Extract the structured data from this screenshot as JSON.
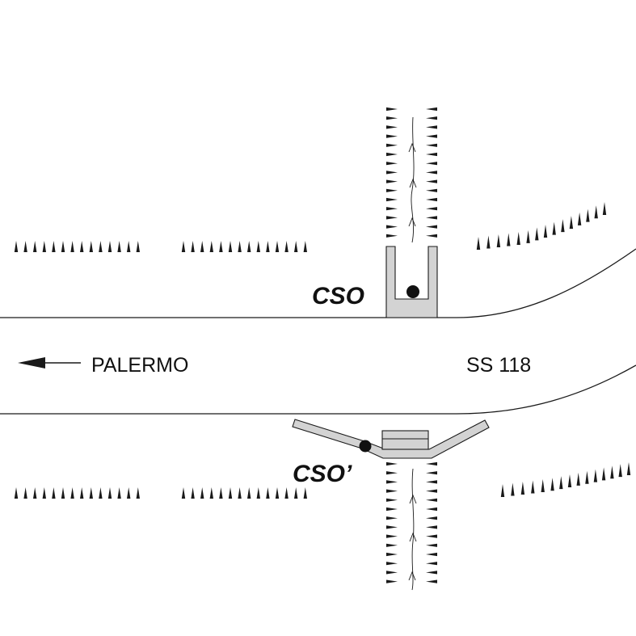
{
  "labels": {
    "direction": "PALERMO",
    "road": "SS 118",
    "station_upstream": "CSO",
    "station_downstream": "CSO’"
  },
  "colors": {
    "ink": "#1a1a1a",
    "structure_fill": "#d3d3d3"
  },
  "icons": [
    "direction-arrow-icon",
    "cso-point-marker",
    "cso-prime-point-marker"
  ]
}
